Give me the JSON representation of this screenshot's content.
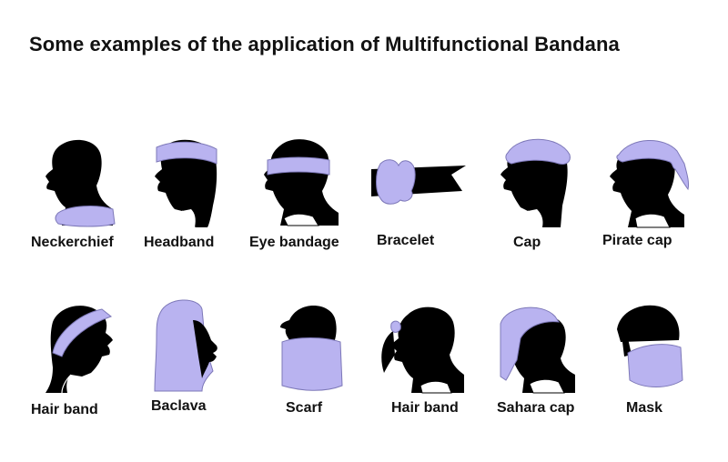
{
  "title": "Some examples of the application of Multifunctional Bandana",
  "colors": {
    "cloth": "#b9b3f0",
    "silhouette": "#000000",
    "background": "#ffffff"
  },
  "row1": [
    {
      "label": "Neckerchief",
      "icon": "neckerchief-icon"
    },
    {
      "label": "Headband",
      "icon": "headband-icon"
    },
    {
      "label": "Eye bandage",
      "icon": "eye-bandage-icon"
    },
    {
      "label": "Bracelet",
      "icon": "bracelet-icon"
    },
    {
      "label": "Cap",
      "icon": "cap-icon"
    },
    {
      "label": "Pirate cap",
      "icon": "pirate-cap-icon"
    }
  ],
  "row2": [
    {
      "label": "Hair band",
      "icon": "hair-band-icon"
    },
    {
      "label": "Baclava",
      "icon": "baclava-icon"
    },
    {
      "label": "Scarf",
      "icon": "scarf-icon"
    },
    {
      "label": "Hair band",
      "icon": "hair-band-ponytail-icon"
    },
    {
      "label": "Sahara cap",
      "icon": "sahara-cap-icon"
    },
    {
      "label": "Mask",
      "icon": "mask-icon"
    }
  ]
}
